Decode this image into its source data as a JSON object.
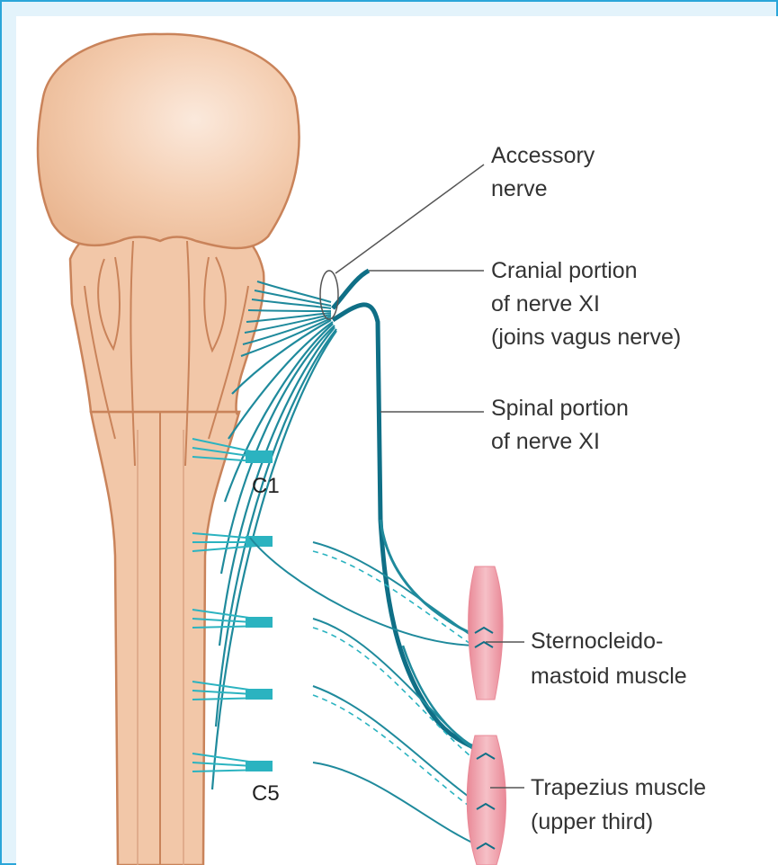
{
  "labels": {
    "accessory_nerve": [
      "Accessory",
      "nerve"
    ],
    "cranial_portion": [
      "Cranial portion",
      "of nerve XI",
      "(joins vagus nerve)"
    ],
    "spinal_portion": [
      "Spinal portion",
      "of nerve XI"
    ],
    "sternocleidomastoid": [
      "Sternocleido-",
      "mastoid muscle"
    ],
    "trapezius": [
      "Trapezius muscle",
      "(upper third)"
    ],
    "level_c1": "C1",
    "level_c5": "C5"
  },
  "colors": {
    "frame_border": "#2ba6d9",
    "frame_background": "#e3f3fb",
    "brain_fill": "#f2c2a2",
    "brain_outline": "#c9835a",
    "nerve": "#1f8a9c",
    "nerve_dark": "#0f6f86",
    "muscle": "#ee9aa6",
    "leader_line": "#555555"
  }
}
